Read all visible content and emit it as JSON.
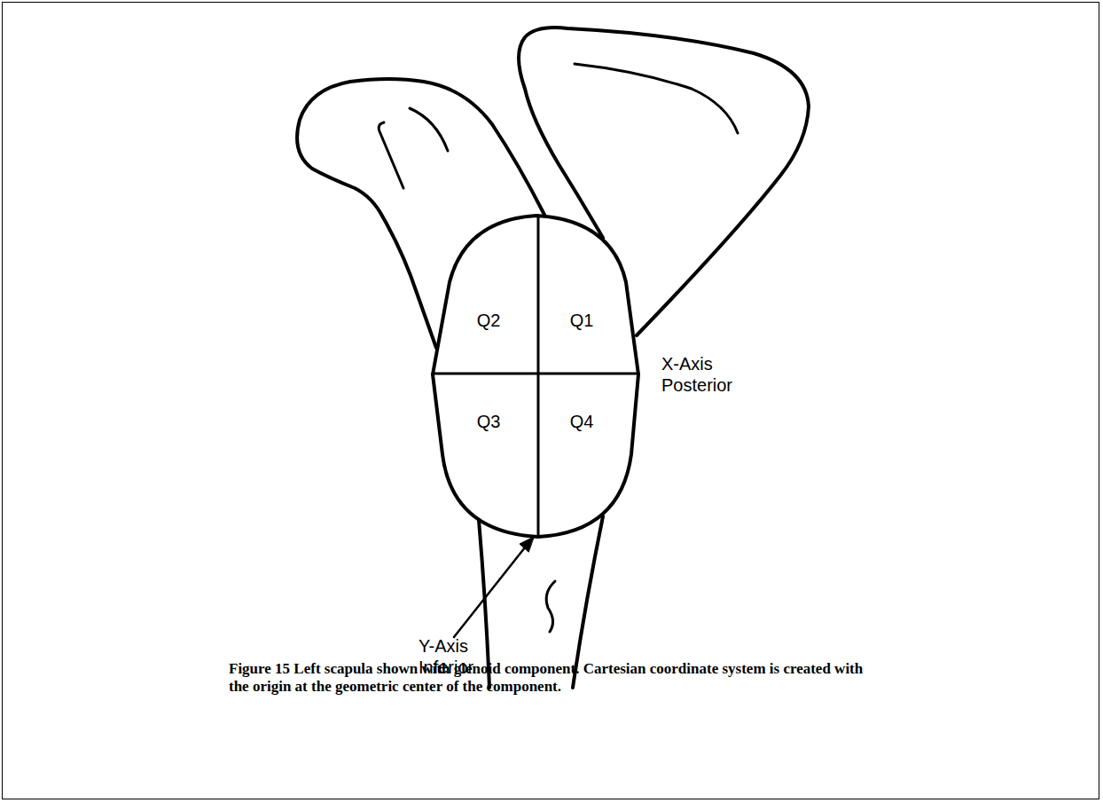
{
  "diagram": {
    "caption": "Figure 15 Left scapula shown with glenoid component. Cartesian coordinate system is created with the origin at the geometric center of the component.",
    "labels": [
      "Q2",
      "Q1",
      "Q3",
      "Q4",
      "X-Axis Posterior",
      "Y-Axis Inferior"
    ]
  }
}
